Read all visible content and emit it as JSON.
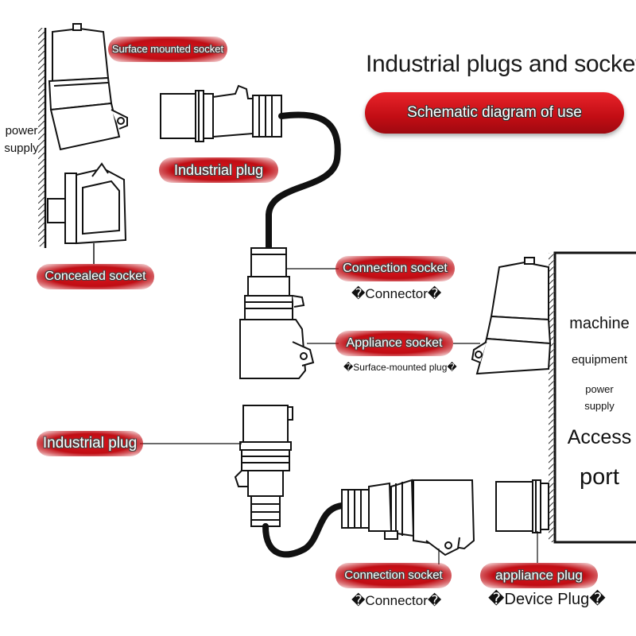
{
  "title": "Industrial plugs and sockets",
  "subtitle": "Schematic diagram of use",
  "labels": {
    "surface_mounted_socket": "Surface mounted socket",
    "industrial_plug_top": "Industrial plug",
    "concealed_socket": "Concealed socket",
    "connection_socket_mid": "Connection socket",
    "connector_mid": "�Connector�",
    "appliance_socket": "Appliance socket",
    "surface_mounted_plug": "�Surface-mounted plug�",
    "industrial_plug_bottom": "Industrial plug",
    "connection_socket_bottom": "Connection socket",
    "connector_bottom": "�Connector�",
    "appliance_plug": "appliance plug",
    "device_plug": "�Device Plug�"
  },
  "power_supply": {
    "line1": "power",
    "line2": "supply"
  },
  "machine_panel": {
    "line1": "machine",
    "line2": "equipment",
    "line3": "power",
    "line4": "supply",
    "line5": "Access",
    "line6": "port"
  },
  "colors": {
    "accent_red": "#c8101a",
    "ink": "#111111"
  }
}
